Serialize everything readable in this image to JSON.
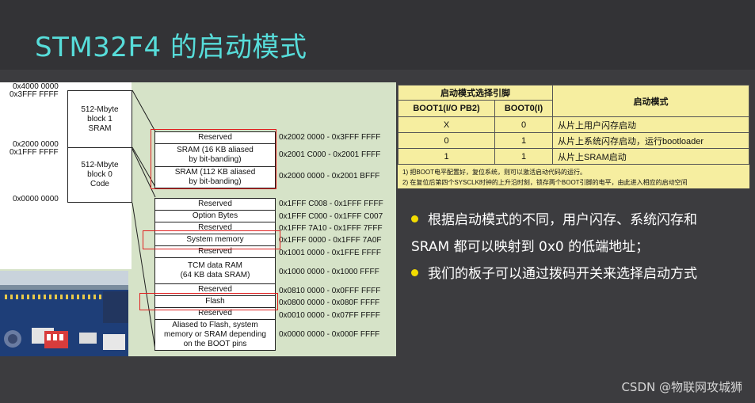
{
  "title": "STM32F4 的启动模式",
  "memory_map": {
    "left_addresses": [
      "0x4000 0000",
      "0x3FFF FFFF",
      "0x2000 0000",
      "0x1FFF FFFF",
      "0x0000 0000"
    ],
    "left_blocks": [
      "512-Mbyte\nblock 1\nSRAM",
      "512-Mbyte\nblock 0\nCode"
    ],
    "sram_region": [
      {
        "label": "Reserved",
        "range": "0x2002 0000 - 0x3FFF FFFF"
      },
      {
        "label": "SRAM (16 KB aliased\nby bit-banding)",
        "range": "0x2001 C000 - 0x2001 FFFF"
      },
      {
        "label": "SRAM (112 KB aliased\nby bit-banding)",
        "range": "0x2000 0000 - 0x2001 BFFF"
      }
    ],
    "code_region": [
      {
        "label": "Reserved",
        "range": "0x1FFF C008 - 0x1FFF FFFF"
      },
      {
        "label": "Option Bytes",
        "range": "0x1FFF C000 - 0x1FFF C007"
      },
      {
        "label": "Reserved",
        "range": "0x1FFF 7A10 - 0x1FFF 7FFF"
      },
      {
        "label": "System memory",
        "range": "0x1FFF 0000 - 0x1FFF 7A0F"
      },
      {
        "label": "Reserved",
        "range": "0x1001 0000 - 0x1FFE FFFF"
      },
      {
        "label": "TCM data RAM\n(64 KB data SRAM)",
        "range": "0x1000 0000 - 0x1000 FFFF"
      },
      {
        "label": "Reserved",
        "range": "0x0810 0000 - 0x0FFF FFFF"
      },
      {
        "label": "Flash",
        "range": "0x0800 0000 - 0x080F FFFF"
      },
      {
        "label": "Reserved",
        "range": "0x0010 0000 - 0x07FF FFFF"
      },
      {
        "label": "Aliased to Flash, system\nmemory or SRAM depending\non the BOOT pins",
        "range": "0x0000 0000 - 0x000F FFFF"
      }
    ]
  },
  "boot_table": {
    "header_pins": "启动模式选择引脚",
    "header_mode": "启动模式",
    "col_boot1": "BOOT1(I/O PB2)",
    "col_boot0": "BOOT0(I)",
    "rows": [
      {
        "boot1": "X",
        "boot0": "0",
        "mode": "从片上用户闪存启动"
      },
      {
        "boot1": "0",
        "boot0": "1",
        "mode": "从片上系统闪存启动，运行bootloader"
      },
      {
        "boot1": "1",
        "boot0": "1",
        "mode": "从片上SRAM启动"
      }
    ],
    "notes": [
      "1) 把BOOT电平配置好，复位系统，则可以激活启动代码的运行。",
      "2) 在复位后第四个SYSCLK时钟的上升沿时刻，锁存两个BOOT引脚的电平，由此进入相应的启动空间"
    ]
  },
  "bullets": [
    "根据启动模式的不同，用户闪存、系统闪存和",
    "SRAM 都可以映射到 0x0 的低端地址；",
    "我们的板子可以通过拨码开关来选择启动方式"
  ],
  "watermark": "CSDN @物联网攻城狮",
  "colors": {
    "title": "#57ddda",
    "bullet_dot": "#f2dc00",
    "table_bg": "#f6eea0",
    "highlight": "#e02020"
  }
}
